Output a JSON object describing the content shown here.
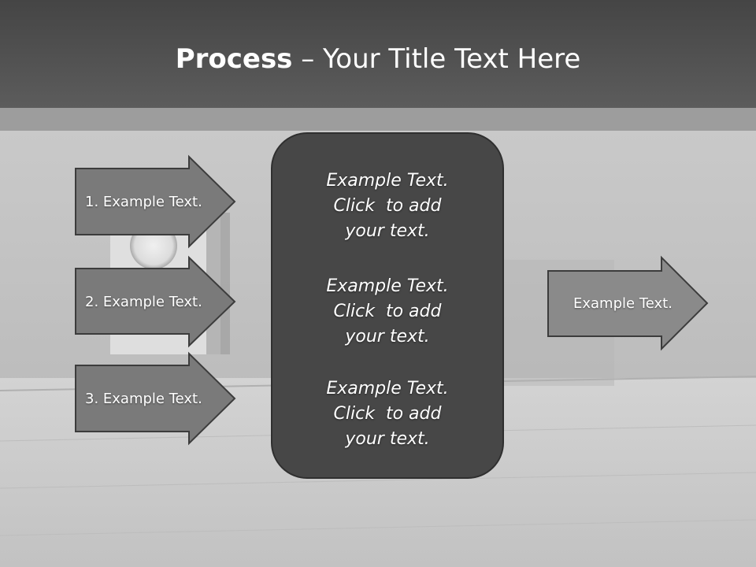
{
  "title": {
    "bold": "Process",
    "rest": " – Your Title Text Here"
  },
  "left_arrows": [
    {
      "label": "1. Example Text."
    },
    {
      "label": "2. Example Text."
    },
    {
      "label": "3. Example Text."
    }
  ],
  "center_box": {
    "blocks": [
      {
        "lines": [
          "Example Text.",
          "Click  to add",
          "your text."
        ]
      },
      {
        "lines": [
          "Example Text.",
          "Click  to add",
          "your text."
        ]
      },
      {
        "lines": [
          "Example Text.",
          "Click  to add",
          "your text."
        ]
      }
    ]
  },
  "right_arrow": {
    "label": "Example Text."
  },
  "colors": {
    "header": "#555555",
    "arrow_fill": "#7a7a7a",
    "arrow_stroke": "#3c3c3c",
    "right_arrow_fill": "#8a8a8a",
    "center_box_fill": "#474747"
  }
}
